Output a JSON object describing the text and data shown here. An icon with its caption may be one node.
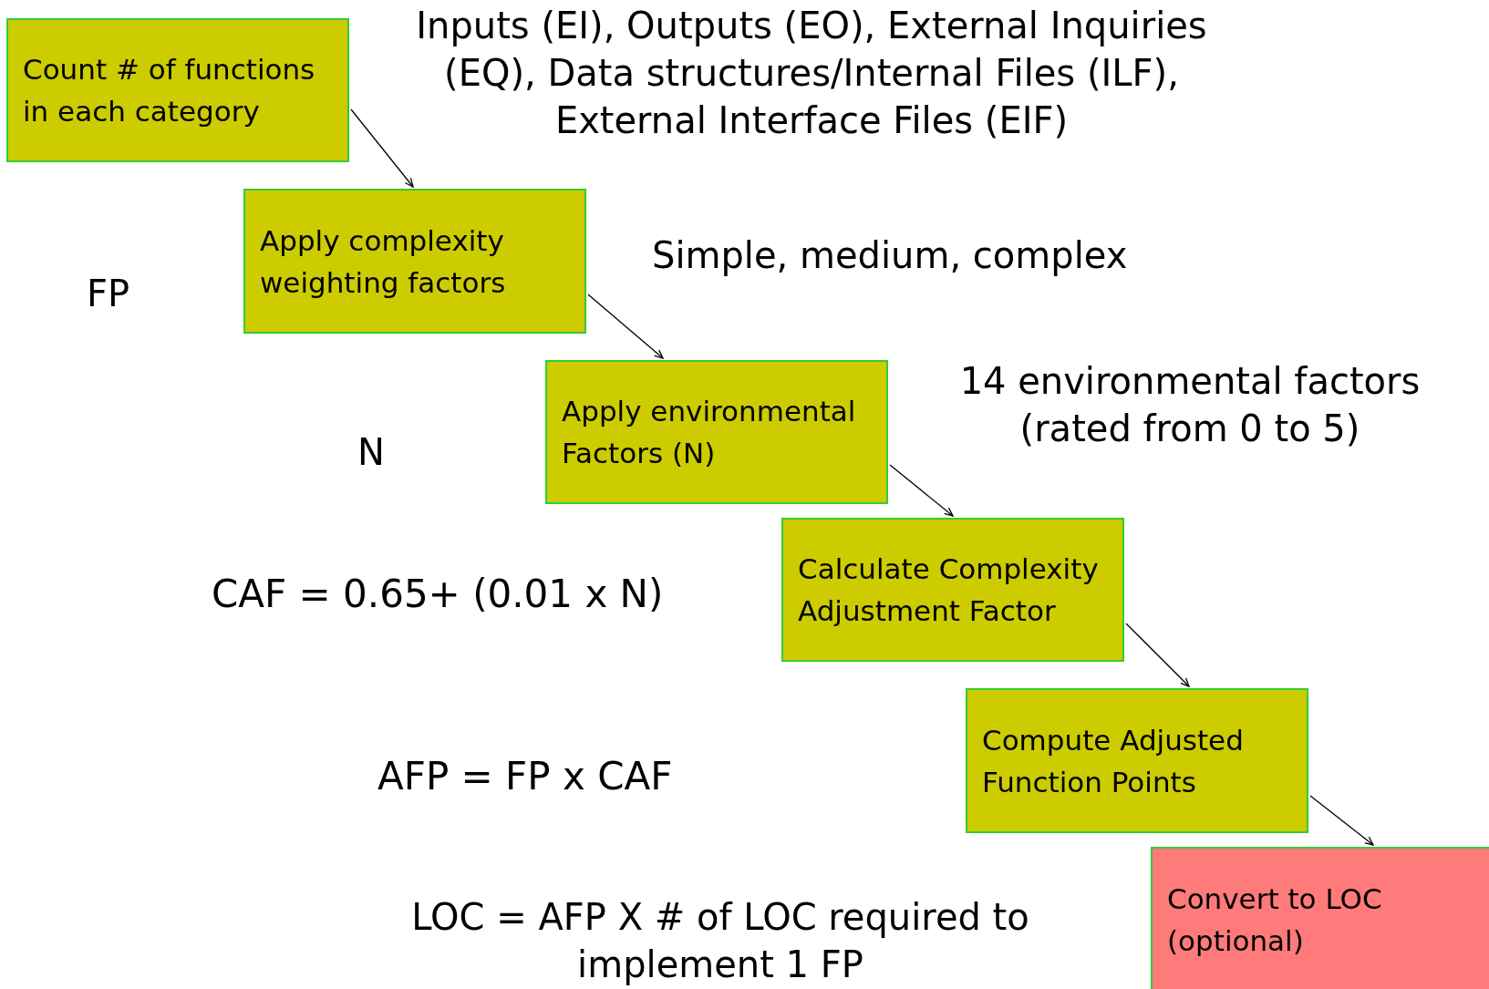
{
  "diagram": {
    "nodes": [
      {
        "text": [
          "Count # of functions in each category"
        ]
      },
      {
        "text": [
          "Apply complexity weighting factors"
        ]
      },
      {
        "text": [
          "Apply environmental Factors (N)"
        ]
      },
      {
        "text": [
          "Calculate Complexity Adjustment Factor"
        ]
      },
      {
        "text": [
          "Compute Adjusted Function Points"
        ]
      },
      {
        "text": [
          "Convert to LOC (optional)"
        ]
      }
    ],
    "edges": [
      {
        "from": 0,
        "to": 1,
        "arrow": "to"
      },
      {
        "from": 1,
        "to": 2,
        "arrow": "to"
      },
      {
        "from": 2,
        "to": 3,
        "arrow": "to"
      },
      {
        "from": 3,
        "to": 4,
        "arrow": "to"
      },
      {
        "from": 4,
        "to": 5,
        "arrow": "to"
      }
    ],
    "labels": [
      "Inputs (EI), Outputs (EO), External Inquiries (EQ), Data structures/Internal Files (ILF), External Interface Files (EIF)",
      "Simple, medium, complex",
      "FP",
      "14 environmental factors (rated from 0 to 5)",
      "N",
      "CAF = 0.65+ (0.01 x N)",
      "AFP = FP x CAF",
      "LOC = AFP X # of LOC required to implement 1 FP"
    ]
  }
}
